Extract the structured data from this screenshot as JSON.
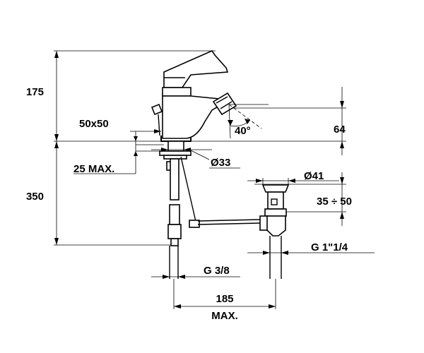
{
  "dimensions": {
    "height_upper": "175",
    "height_lower": "350",
    "base_size": "50x50",
    "deck_thickness": "25 MAX.",
    "hole_diameter": "Ø33",
    "spout_angle": "40°",
    "spout_height": "64",
    "drain_diameter": "Ø41",
    "drain_range": "35 ÷ 50",
    "drain_thread": "G 1\"1/4",
    "supply_thread": "G 3/8",
    "reach_value": "185",
    "reach_suffix": "MAX."
  }
}
